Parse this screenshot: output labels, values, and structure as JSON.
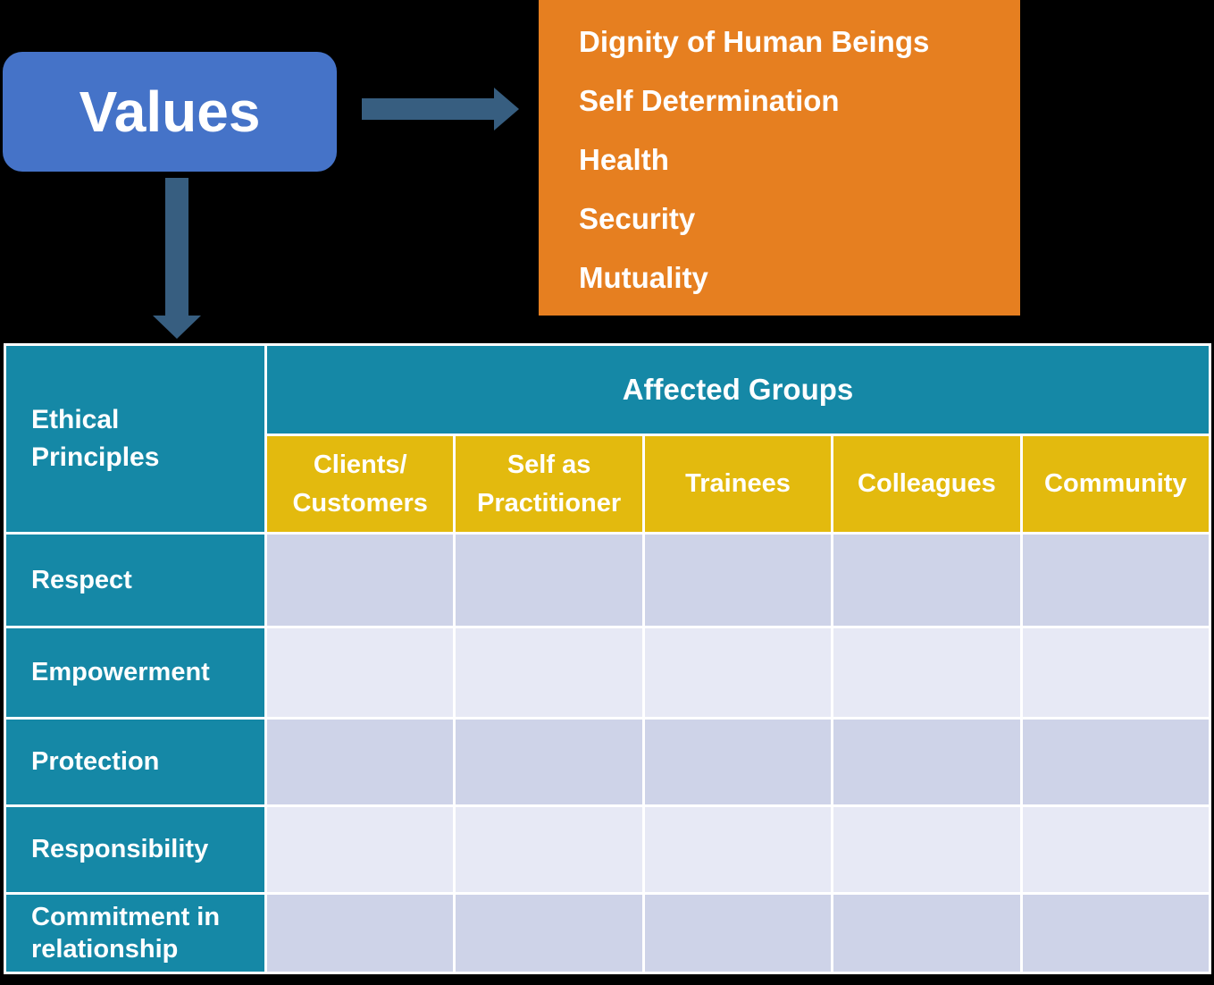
{
  "values_box": {
    "label": "Values"
  },
  "values_list": {
    "items": [
      "Dignity of Human Beings",
      "Self Determination",
      "Health",
      "Security",
      "Mutuality"
    ]
  },
  "table": {
    "corner_header": "Ethical\nPrinciples",
    "group_header": "Affected Groups",
    "columns": [
      "Clients/\nCustomers",
      "Self as\nPractitioner",
      "Trainees",
      "Colleagues",
      "Community"
    ],
    "rows": [
      "Respect",
      "Empowerment",
      "Protection",
      "Responsibility",
      "Commitment in relationship"
    ]
  },
  "colors": {
    "background": "#000000",
    "values_blue": "#4573C8",
    "arrow_steel_blue": "#375E80",
    "orange": "#E67F20",
    "teal": "#1588A6",
    "gold": "#E3BA0E",
    "row_fill_dark": "#CED3E8",
    "row_fill_light": "#E7E9F5",
    "gridline_white": "#FFFFFF",
    "text_white": "#FFFFFF"
  }
}
